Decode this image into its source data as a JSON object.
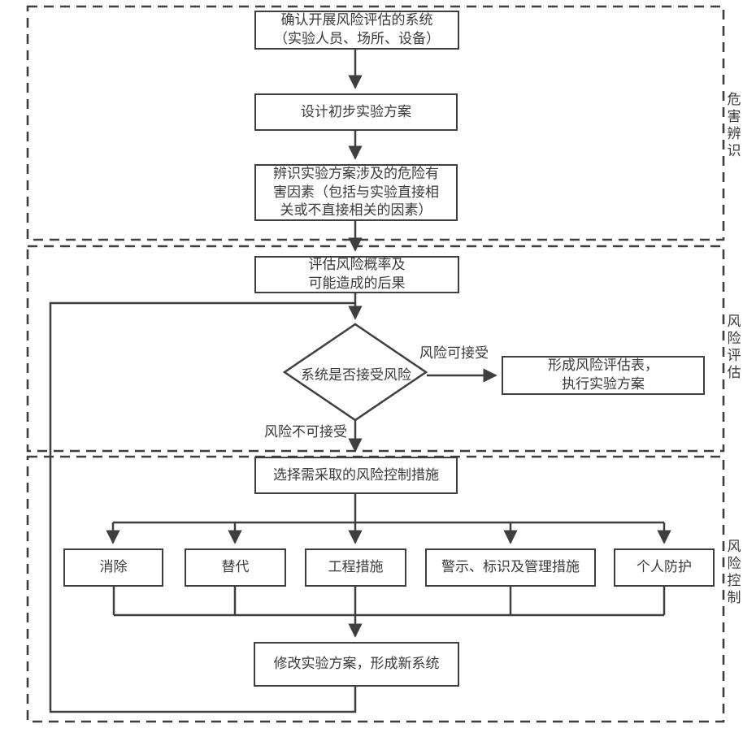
{
  "sections": [
    {
      "label": "危害辨识"
    },
    {
      "label": "风险评估"
    },
    {
      "label": "风险控制"
    }
  ],
  "nodes": {
    "confirm_system": "确认开展风险评估的系统\n（实验人员、场所、设备）",
    "design_plan": "设计初步实验方案",
    "identify_hazards": "辨识实验方案涉及的危险有\n害因素（包括与实验直接相\n关或不直接相关的因素）",
    "evaluate_risk": "评估风险概率及\n可能造成的后果",
    "decision": "系统是否接受风险",
    "form_table": "形成风险评估表，\n执行实验方案",
    "select_measures": "选择需采取的风险控制措施",
    "eliminate": "消除",
    "substitute": "替代",
    "engineering": "工程措施",
    "warning": "警示、标识及管理措施",
    "ppe": "个人防护",
    "modify_plan": "修改实验方案，形成新系统"
  },
  "edge_labels": {
    "acceptable": "风险可接受",
    "unacceptable": "风险不可接受"
  },
  "colors": {
    "line": "#3f3f3f",
    "text": "#3a3a3a",
    "background": "#ffffff"
  }
}
